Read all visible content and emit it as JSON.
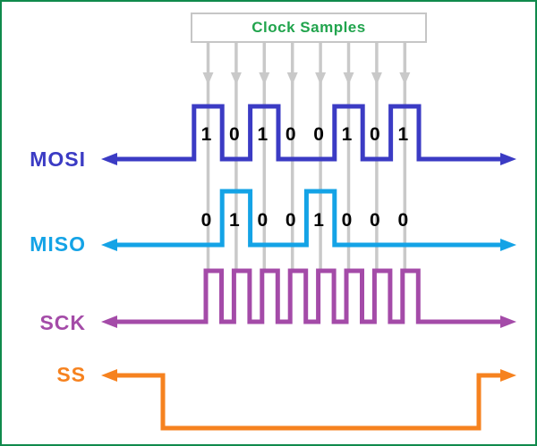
{
  "window": {
    "background_color": "#FFFFFF",
    "border_color": "#108A4C"
  },
  "clock_samples_box": {
    "label": "Clock Samples",
    "text_color": "#21A44D",
    "border_color": "#C6C6C6",
    "fill_color": "#FFFFFF"
  },
  "sampling": {
    "count": 8,
    "line_color": "#C9C9C9",
    "bit_text_color": "#000000"
  },
  "chart_data": {
    "type": "timing-diagram",
    "title": "Clock Samples",
    "sample_count": 8,
    "signals": [
      {
        "name": "MOSI",
        "type": "data",
        "color": "#3B3BC4",
        "bits": [
          "1",
          "0",
          "1",
          "0",
          "0",
          "1",
          "0",
          "1"
        ]
      },
      {
        "name": "MISO",
        "type": "data",
        "color": "#14A3E6",
        "bits": [
          "0",
          "1",
          "0",
          "0",
          "1",
          "0",
          "0",
          "0"
        ]
      },
      {
        "name": "SCK",
        "type": "clock",
        "color": "#A44BA8",
        "pulses": 8
      },
      {
        "name": "SS",
        "type": "select",
        "color": "#F6821F",
        "state": "low-during-transfer"
      }
    ]
  }
}
